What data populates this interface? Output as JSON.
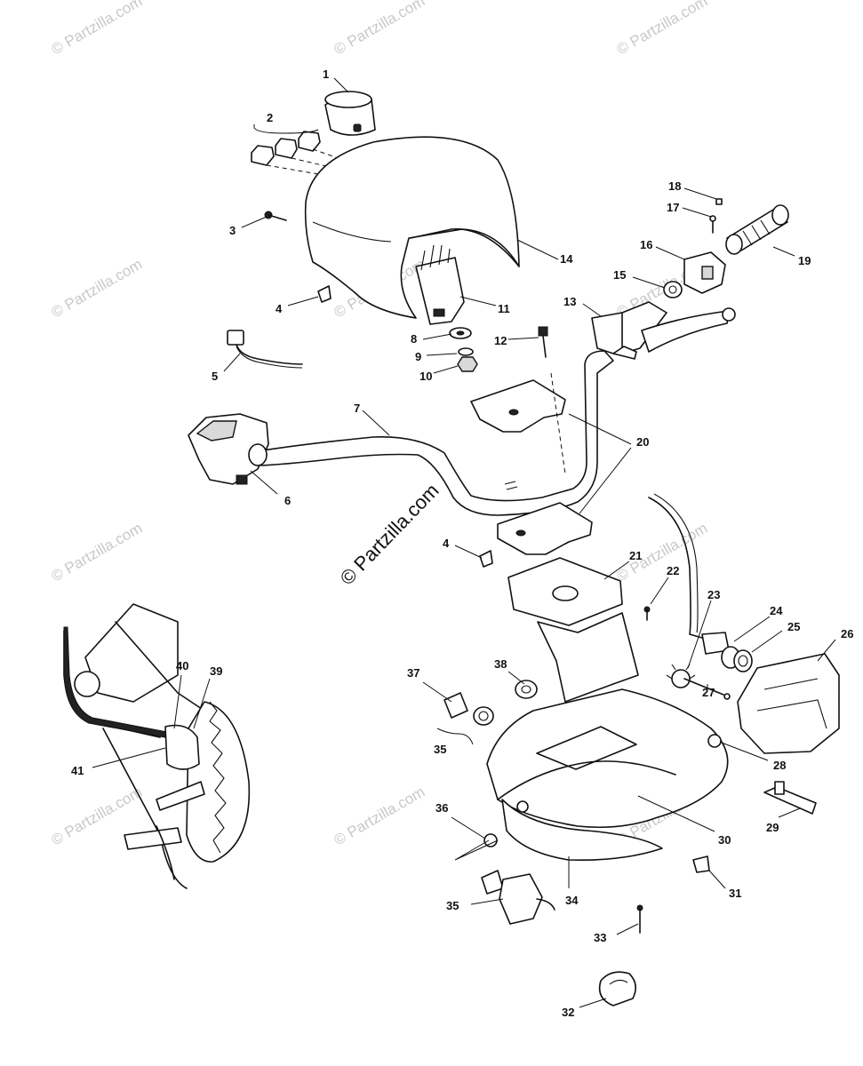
{
  "watermark": {
    "main_text": "© Partzilla.com",
    "tile_text": "© Partzilla.com"
  },
  "callouts": [
    "1",
    "2",
    "3",
    "4",
    "5",
    "6",
    "7",
    "8",
    "9",
    "10",
    "11",
    "12",
    "13",
    "14",
    "15",
    "16",
    "17",
    "18",
    "19",
    "20",
    "21",
    "22",
    "23",
    "24",
    "25",
    "26",
    "27",
    "28",
    "29",
    "30",
    "31",
    "32",
    "33",
    "34",
    "35",
    "36",
    "37",
    "38",
    "39",
    "40",
    "41"
  ],
  "callout_4b": "4",
  "callout_35b": "35"
}
